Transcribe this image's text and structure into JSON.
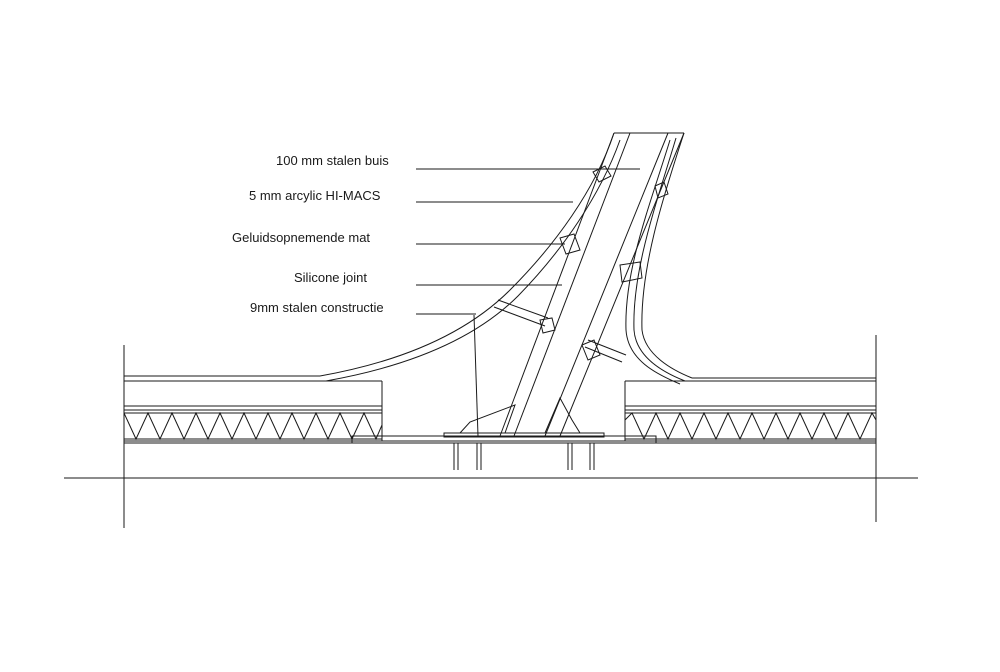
{
  "labels": [
    {
      "id": "steel-tube",
      "text": "100 mm stalen buis"
    },
    {
      "id": "acrylic",
      "text": "5 mm arcylic HI-MACS"
    },
    {
      "id": "sound-mat",
      "text": "Geluidsopnemende mat"
    },
    {
      "id": "silicone",
      "text": "Silicone joint"
    },
    {
      "id": "steel-structure",
      "text": "9mm stalen constructie"
    }
  ]
}
